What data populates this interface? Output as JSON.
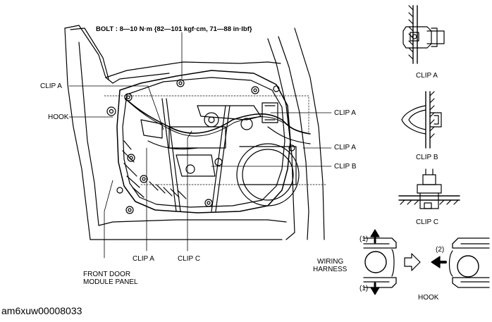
{
  "bolt_spec": "BOLT : 8—10 N·m {82—101 kgf·cm, 71—88 in·lbf}",
  "callouts": {
    "clip_a_top_left": "CLIP A",
    "hook_left": "HOOK",
    "clip_a_right_1": "CLIP A",
    "clip_a_right_2": "CLIP A",
    "clip_b_right": "CLIP B",
    "clip_a_bottom": "CLIP A",
    "clip_c_bottom": "CLIP C",
    "front_door_module_panel": [
      "FRONT DOOR",
      "MODULE PANEL"
    ]
  },
  "details": {
    "clip_a": "CLIP A",
    "clip_b": "CLIP B",
    "clip_c": "CLIP C",
    "wiring_harness": [
      "WIRING",
      "HARNESS"
    ],
    "hook": "HOOK",
    "step_1_top": "(1)",
    "step_1_bottom": "(1)",
    "step_2": "(2)"
  },
  "figure_id": "am6xuw00008033"
}
